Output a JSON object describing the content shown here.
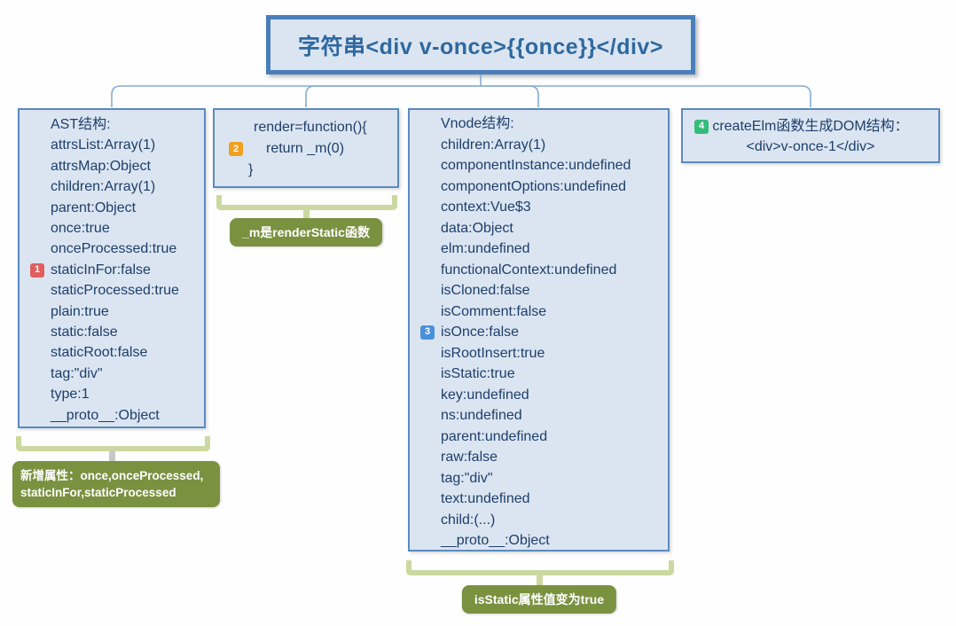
{
  "title": "字符串<div v-once>{{once}}</div>",
  "colors": {
    "box_bg": "#dbe5f1",
    "box_border": "#5b8ac0",
    "title_border": "#4a7ebb",
    "title_text": "#2e689f",
    "box_text": "#1d3e6b",
    "connector": "#86abd4",
    "bracket": "#ccd8a0",
    "note_bg": "#7a9140",
    "badge_red": "#e25d5d",
    "badge_orange": "#f2a01f",
    "badge_blue": "#4a90d9",
    "badge_green": "#33bd7a"
  },
  "boxes": {
    "ast": {
      "lines": [
        {
          "t": "AST结构:"
        },
        {
          "t": "attrsList:Array(1)"
        },
        {
          "t": "attrsMap:Object"
        },
        {
          "t": "children:Array(1)"
        },
        {
          "t": "parent:Object"
        },
        {
          "t": "once:true"
        },
        {
          "t": "onceProcessed:true"
        },
        {
          "t": "staticInFor:false",
          "badge": {
            "n": "1",
            "color": "#e25d5d"
          }
        },
        {
          "t": "staticProcessed:true"
        },
        {
          "t": "plain:true"
        },
        {
          "t": "static:false"
        },
        {
          "t": "staticRoot:false"
        },
        {
          "t": "tag:\"div\""
        },
        {
          "t": "type:1"
        },
        {
          "t": "__proto__:Object"
        }
      ],
      "label": [
        "新增属性：once,onceProcessed,",
        "staticInFor,staticProcessed"
      ]
    },
    "render": {
      "lines": [
        {
          "t": "render=function(){"
        },
        {
          "t": "return _m(0)",
          "badge": {
            "n": "2",
            "color": "#f2a01f"
          }
        },
        {
          "t": "}"
        }
      ],
      "label": "_m是renderStatic函数"
    },
    "vnode": {
      "lines": [
        {
          "t": "Vnode结构:"
        },
        {
          "t": "children:Array(1)"
        },
        {
          "t": "componentInstance:undefined"
        },
        {
          "t": "componentOptions:undefined"
        },
        {
          "t": "context:Vue$3"
        },
        {
          "t": "data:Object"
        },
        {
          "t": "elm:undefined"
        },
        {
          "t": "functionalContext:undefined"
        },
        {
          "t": "isCloned:false"
        },
        {
          "t": "isComment:false"
        },
        {
          "t": "isOnce:false",
          "badge": {
            "n": "3",
            "color": "#4a90d9"
          }
        },
        {
          "t": "isRootInsert:true"
        },
        {
          "t": "isStatic:true"
        },
        {
          "t": "key:undefined"
        },
        {
          "t": "ns:undefined"
        },
        {
          "t": "parent:undefined"
        },
        {
          "t": "raw:false"
        },
        {
          "t": "tag:\"div\""
        },
        {
          "t": "text:undefined"
        },
        {
          "t": "child:(...)"
        },
        {
          "t": "__proto__:Object"
        }
      ],
      "label": "isStatic属性值变为true"
    },
    "createelm": {
      "lines": [
        {
          "t": "createElm函数生成DOM结构：",
          "badge": {
            "n": "4",
            "color": "#33bd7a"
          }
        },
        {
          "t": "<div>v-once-1</div>"
        }
      ]
    }
  }
}
